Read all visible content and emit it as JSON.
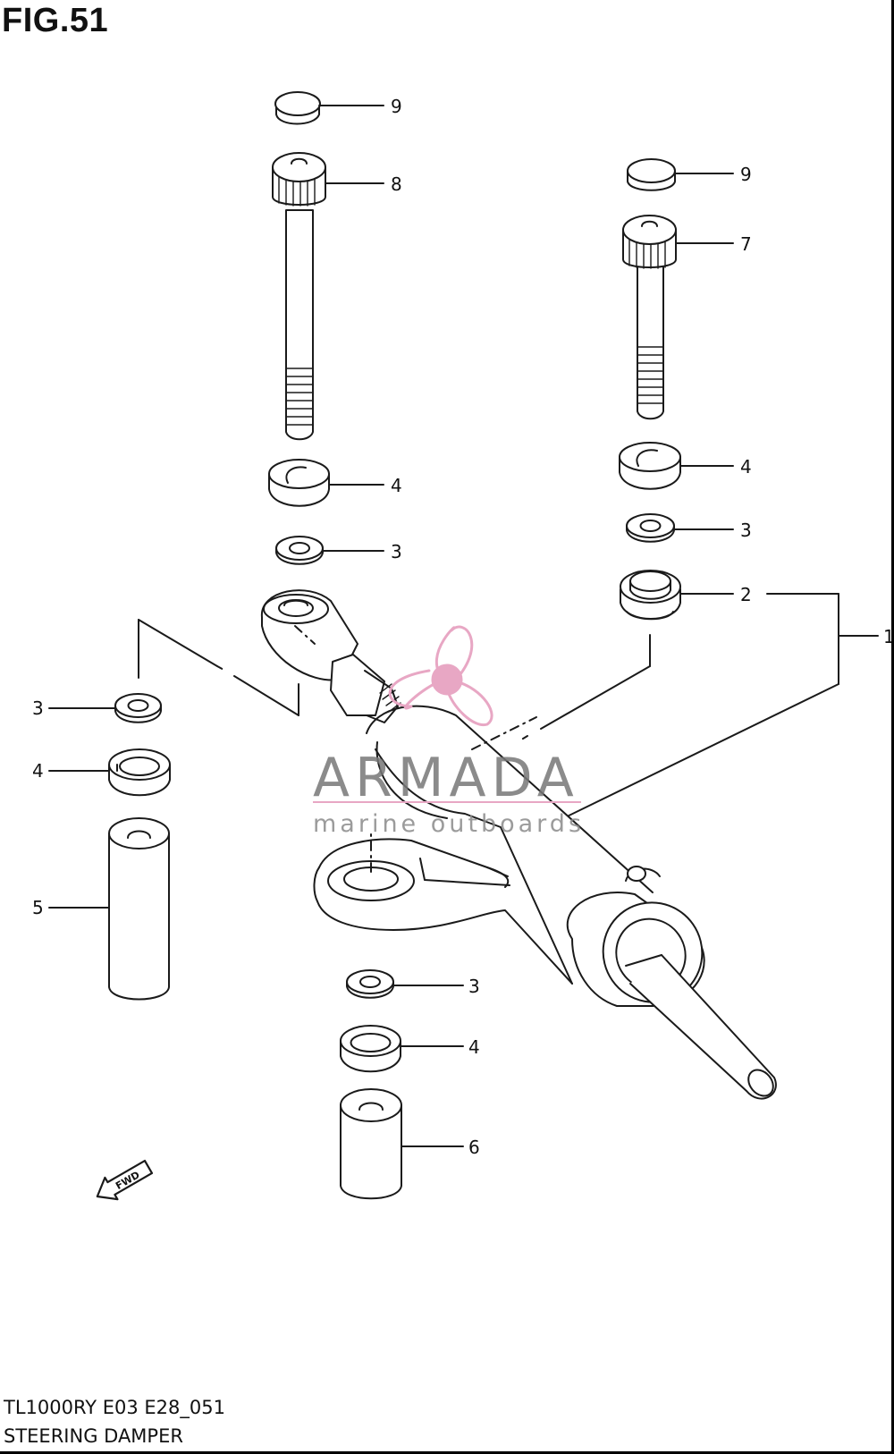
{
  "header": {
    "figure_label": "FIG.51"
  },
  "footer": {
    "model_code": "TL1000RY E03 E28_051",
    "section_title": "STEERING DAMPER"
  },
  "watermark": {
    "brand": "ARMADA",
    "tagline": "marine outboards",
    "colors": {
      "brand_text": "#777777",
      "tagline_text": "#8a8a8a",
      "propeller": "#e8a7c4",
      "underline": "#e8a7c4"
    }
  },
  "callouts": {
    "top_left_cap": "9",
    "long_bolt": "8",
    "top_right_cap": "9",
    "short_bolt": "7",
    "left_thick_washer": "4",
    "left_thin_washer": "3",
    "right_thick_washer": "4",
    "right_thin_washer": "3",
    "right_bushing": "2",
    "damper_assembly": "1",
    "side_thin_washer": "3",
    "side_cup_washer": "4",
    "long_collar": "5",
    "lower_thin_washer": "3",
    "lower_cup_washer": "4",
    "short_collar": "6"
  },
  "direction_badge": "FWD",
  "line_color": "#1a1a1a"
}
